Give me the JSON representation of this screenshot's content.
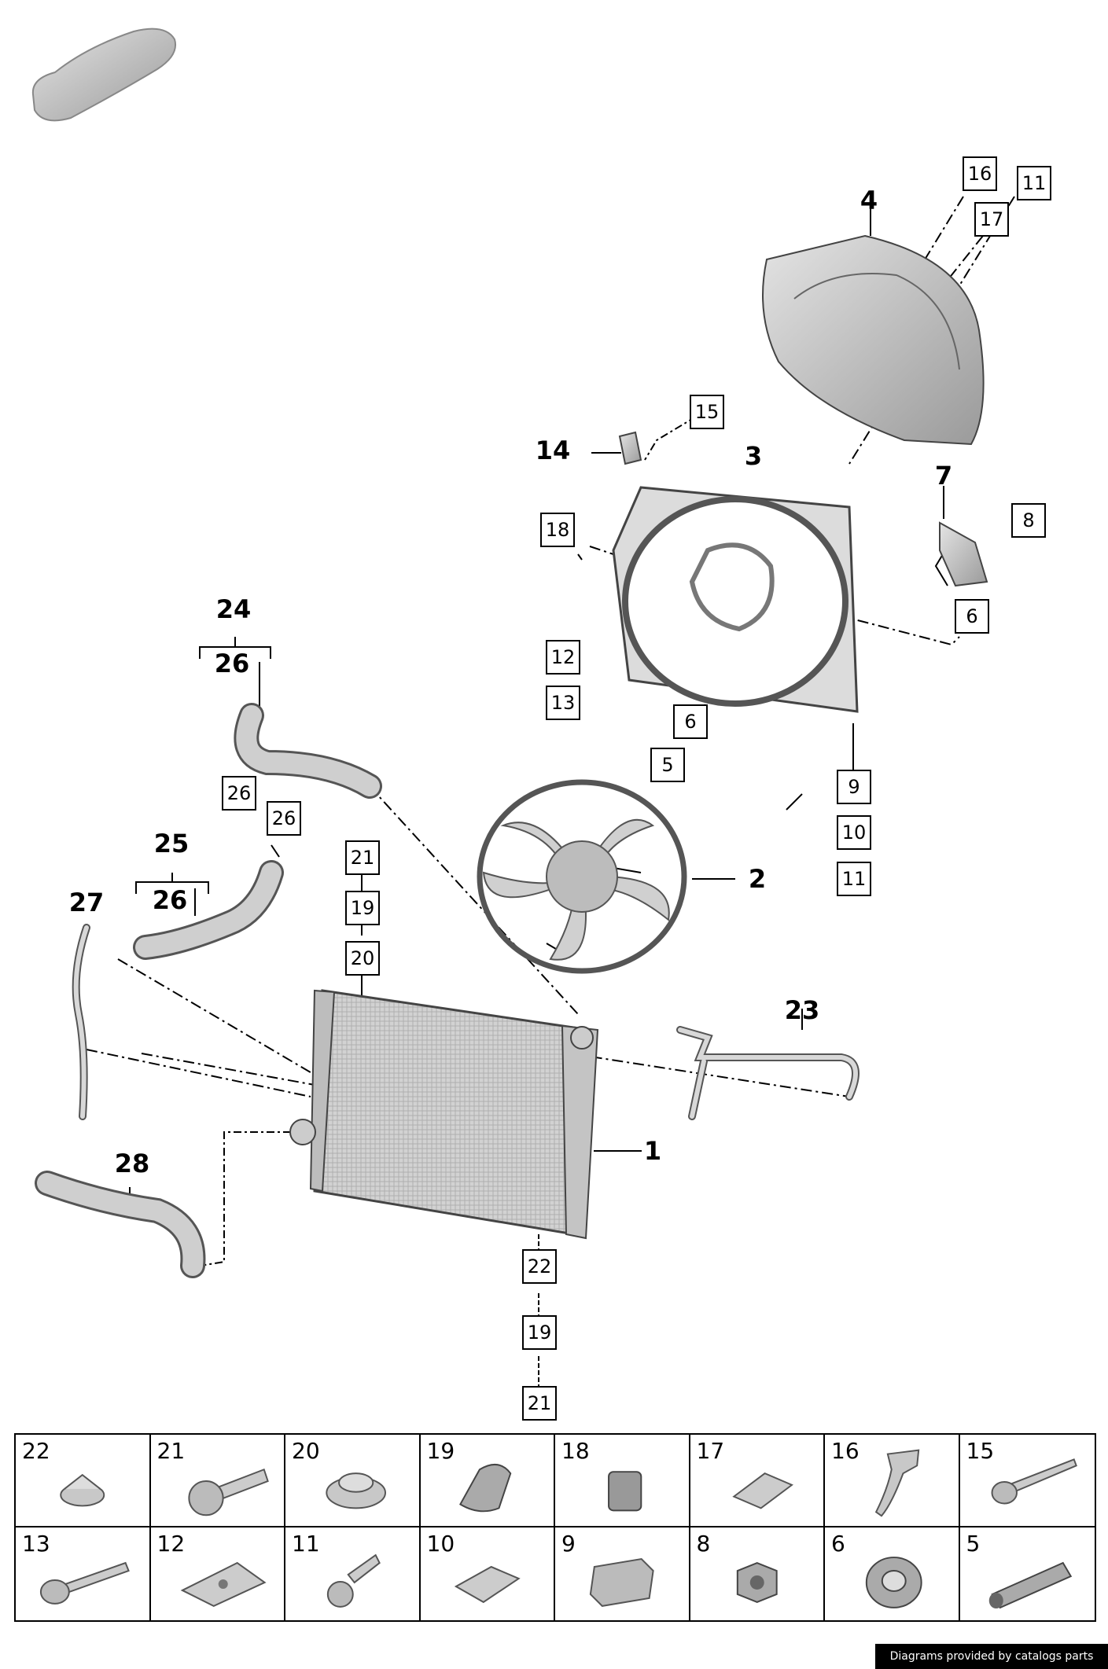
{
  "diagram": {
    "callouts": [
      {
        "id": "c-16-top",
        "label": "16"
      },
      {
        "id": "c-11-top",
        "label": "11"
      },
      {
        "id": "c-17",
        "label": "17"
      },
      {
        "id": "c-15",
        "label": "15"
      },
      {
        "id": "c-18",
        "label": "18"
      },
      {
        "id": "c-8",
        "label": "8"
      },
      {
        "id": "c-6-right",
        "label": "6"
      },
      {
        "id": "c-12",
        "label": "12"
      },
      {
        "id": "c-13",
        "label": "13"
      },
      {
        "id": "c-6-mid",
        "label": "6"
      },
      {
        "id": "c-5",
        "label": "5"
      },
      {
        "id": "c-9",
        "label": "9"
      },
      {
        "id": "c-10",
        "label": "10"
      },
      {
        "id": "c-11-low",
        "label": "11"
      },
      {
        "id": "c-26-a",
        "label": "26"
      },
      {
        "id": "c-26-b",
        "label": "26"
      },
      {
        "id": "c-21-top",
        "label": "21"
      },
      {
        "id": "c-19-top",
        "label": "19"
      },
      {
        "id": "c-20",
        "label": "20"
      },
      {
        "id": "c-22",
        "label": "22"
      },
      {
        "id": "c-19-bot",
        "label": "19"
      },
      {
        "id": "c-21-bot",
        "label": "21"
      }
    ],
    "part_labels": [
      {
        "id": "l-4",
        "label": "4"
      },
      {
        "id": "l-14",
        "label": "14"
      },
      {
        "id": "l-3",
        "label": "3"
      },
      {
        "id": "l-7",
        "label": "7"
      },
      {
        "id": "l-24",
        "label": "24"
      },
      {
        "id": "l-26-a",
        "label": "26"
      },
      {
        "id": "l-2",
        "label": "2"
      },
      {
        "id": "l-25",
        "label": "25"
      },
      {
        "id": "l-26-b",
        "label": "26"
      },
      {
        "id": "l-27",
        "label": "27"
      },
      {
        "id": "l-23",
        "label": "23"
      },
      {
        "id": "l-1",
        "label": "1"
      },
      {
        "id": "l-28",
        "label": "28"
      }
    ]
  },
  "parts_grid": [
    {
      "number": "22",
      "icon": "nut-icon"
    },
    {
      "number": "21",
      "icon": "bolt-icon"
    },
    {
      "number": "20",
      "icon": "cap-icon"
    },
    {
      "number": "19",
      "icon": "grommet-icon"
    },
    {
      "number": "18",
      "icon": "clip-block-icon"
    },
    {
      "number": "17",
      "icon": "spring-clip-icon"
    },
    {
      "number": "16",
      "icon": "bracket-icon"
    },
    {
      "number": "15",
      "icon": "screw-icon"
    },
    {
      "number": "13",
      "icon": "flange-bolt-icon"
    },
    {
      "number": "12",
      "icon": "plate-icon"
    },
    {
      "number": "11",
      "icon": "push-rivet-icon"
    },
    {
      "number": "10",
      "icon": "spring-clip-icon"
    },
    {
      "number": "9",
      "icon": "holder-icon"
    },
    {
      "number": "8",
      "icon": "hex-nut-icon"
    },
    {
      "number": "6",
      "icon": "rubber-mount-icon"
    },
    {
      "number": "5",
      "icon": "sleeve-icon"
    }
  ],
  "credit": "Diagrams provided by catalogs parts"
}
